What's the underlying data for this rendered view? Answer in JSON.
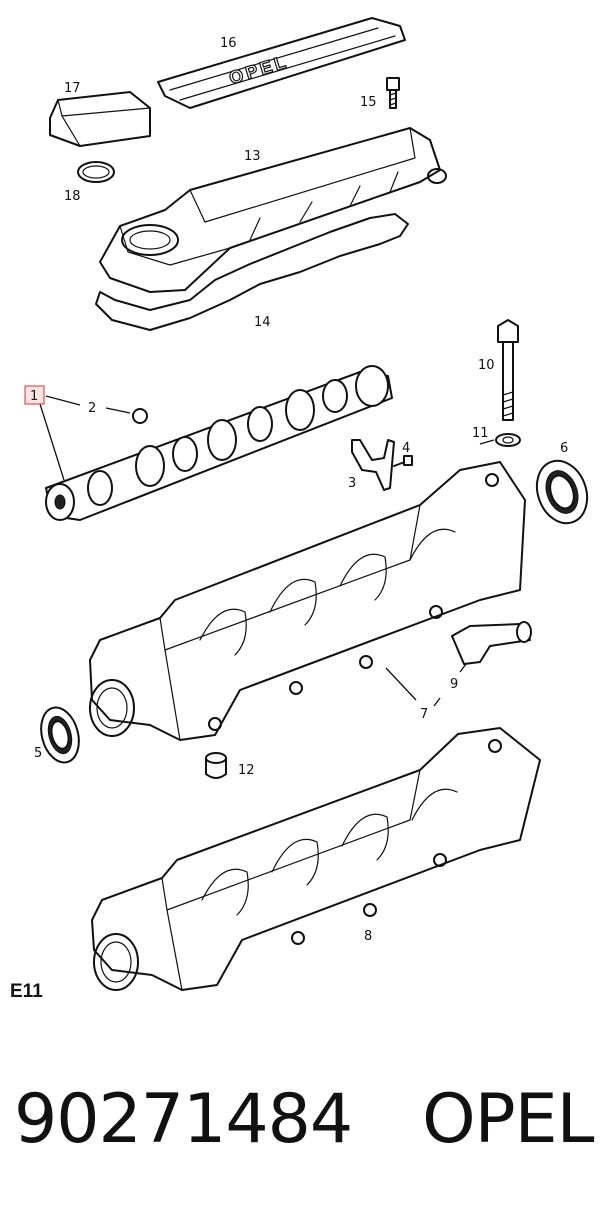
{
  "diagram": {
    "callouts": {
      "c1": "1",
      "c2": "2",
      "c3": "3",
      "c4": "4",
      "c5": "5",
      "c6": "6",
      "c7": "7",
      "c8": "8",
      "c9": "9",
      "c10": "10",
      "c11": "11",
      "c12": "12",
      "c13": "13",
      "c14": "14",
      "c15": "15",
      "c16": "16",
      "c17": "17",
      "c18": "18"
    },
    "highlighted_callout": "1",
    "cover_brand": "OPEL",
    "section_code": "E11",
    "highlight_color": "#d33333"
  },
  "footer": {
    "part_number": "90271484",
    "brand": "OPEL"
  }
}
